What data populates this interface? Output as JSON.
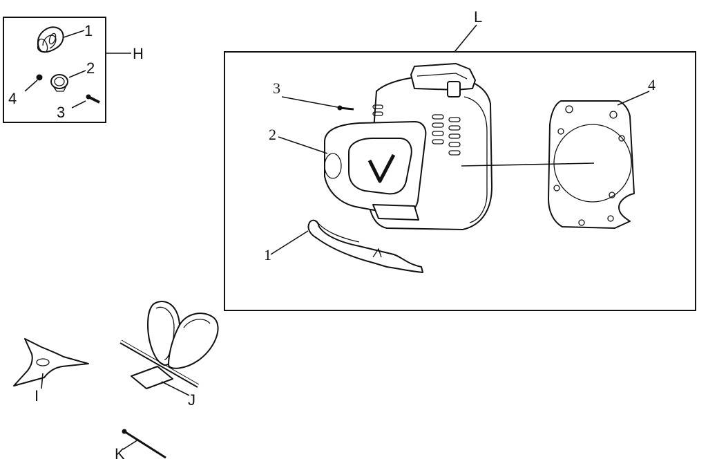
{
  "groups": {
    "H": {
      "letter": "H",
      "callouts": {
        "c1": "1",
        "c2": "2",
        "c3": "3",
        "c4": "4"
      }
    },
    "L": {
      "letter": "L",
      "callouts": {
        "c1": "1",
        "c2": "2",
        "c3": "3",
        "c4": "4"
      }
    }
  },
  "parts": {
    "I": "I",
    "J": "J",
    "K": "K"
  }
}
